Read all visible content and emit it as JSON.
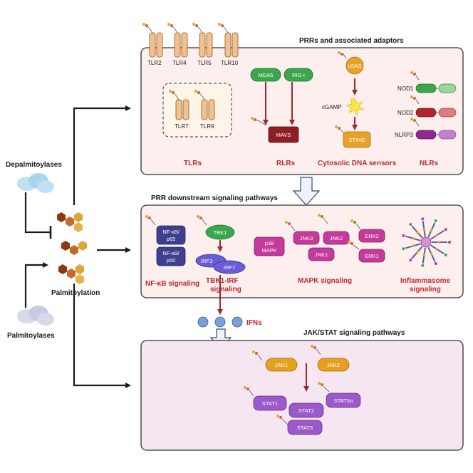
{
  "side": {
    "depalmitoylases": "Depalmitoylases",
    "palmitoylation": "Palmitoylation",
    "palmitoylases": "Palmitoylases"
  },
  "panel1": {
    "title": "PRRs and associated adaptors",
    "tlr_surface": [
      "TLR2",
      "TLR4",
      "TLR5",
      "TLR10"
    ],
    "tlr_endo": [
      "TLR7",
      "TLR9"
    ],
    "mda5": "MDA5",
    "rigi": "RIG-I",
    "mavs": "MAVS",
    "cgas": "cGAS",
    "cgamp": "cGAMP",
    "sting": "STING",
    "nod1": "NOD1",
    "nod2": "NOD2",
    "nlrp3": "NLRP3",
    "cat_tlrs": "TLRs",
    "cat_rlrs": "RLRs",
    "cat_dna": "Cytosolic DNA sensors",
    "cat_nlrs": "NLRs"
  },
  "panel2": {
    "title": "PRR downstream signaling pathways",
    "nfkb_p65_1": "NF-κB/",
    "nfkb_p65_2": "p65",
    "nfkb_p50_1": "NF-κB/",
    "nfkb_p50_2": "p50",
    "tbk1": "TBK1",
    "irf3": "IRF3",
    "irf7": "IRF7",
    "p38_1": "p38",
    "p38_2": "MAPK",
    "jnk3": "JNK3",
    "jnk2": "JNK2",
    "jnk1": "JNK1",
    "erk2": "ERK2",
    "erk1": "ERK1",
    "cat_nfkb": "NF-κB signaling",
    "cat_tbk1_1": "TBK1-IRF",
    "cat_tbk1_2": "signaling",
    "cat_mapk": "MAPK signaling",
    "cat_infl_1": "Inflammasome",
    "cat_infl_2": "signaling"
  },
  "ifns": "IFNs",
  "panel3": {
    "title": "JAK/STAT signaling pathways",
    "jak1": "JAK1",
    "jak2": "JAK2",
    "stat1": "STAT1",
    "stat2": "STAT2",
    "stat3": "STAT3",
    "stat5a": "STAT5α"
  },
  "colors": {
    "panel1_bg": "#fcefee",
    "panel2_bg": "#fcefee",
    "panel3_bg": "#f6e6f2",
    "red_label": "#c0282d",
    "tlr": "#f3c08f",
    "green": "#3aa84a",
    "dark_red": "#8f1d24",
    "orange": "#e7a227",
    "navy": "#3f3f8f",
    "indigo": "#6a5bd6",
    "magenta": "#c53a9a",
    "purple": "#9b59c9",
    "gold": "#e6a01f"
  }
}
